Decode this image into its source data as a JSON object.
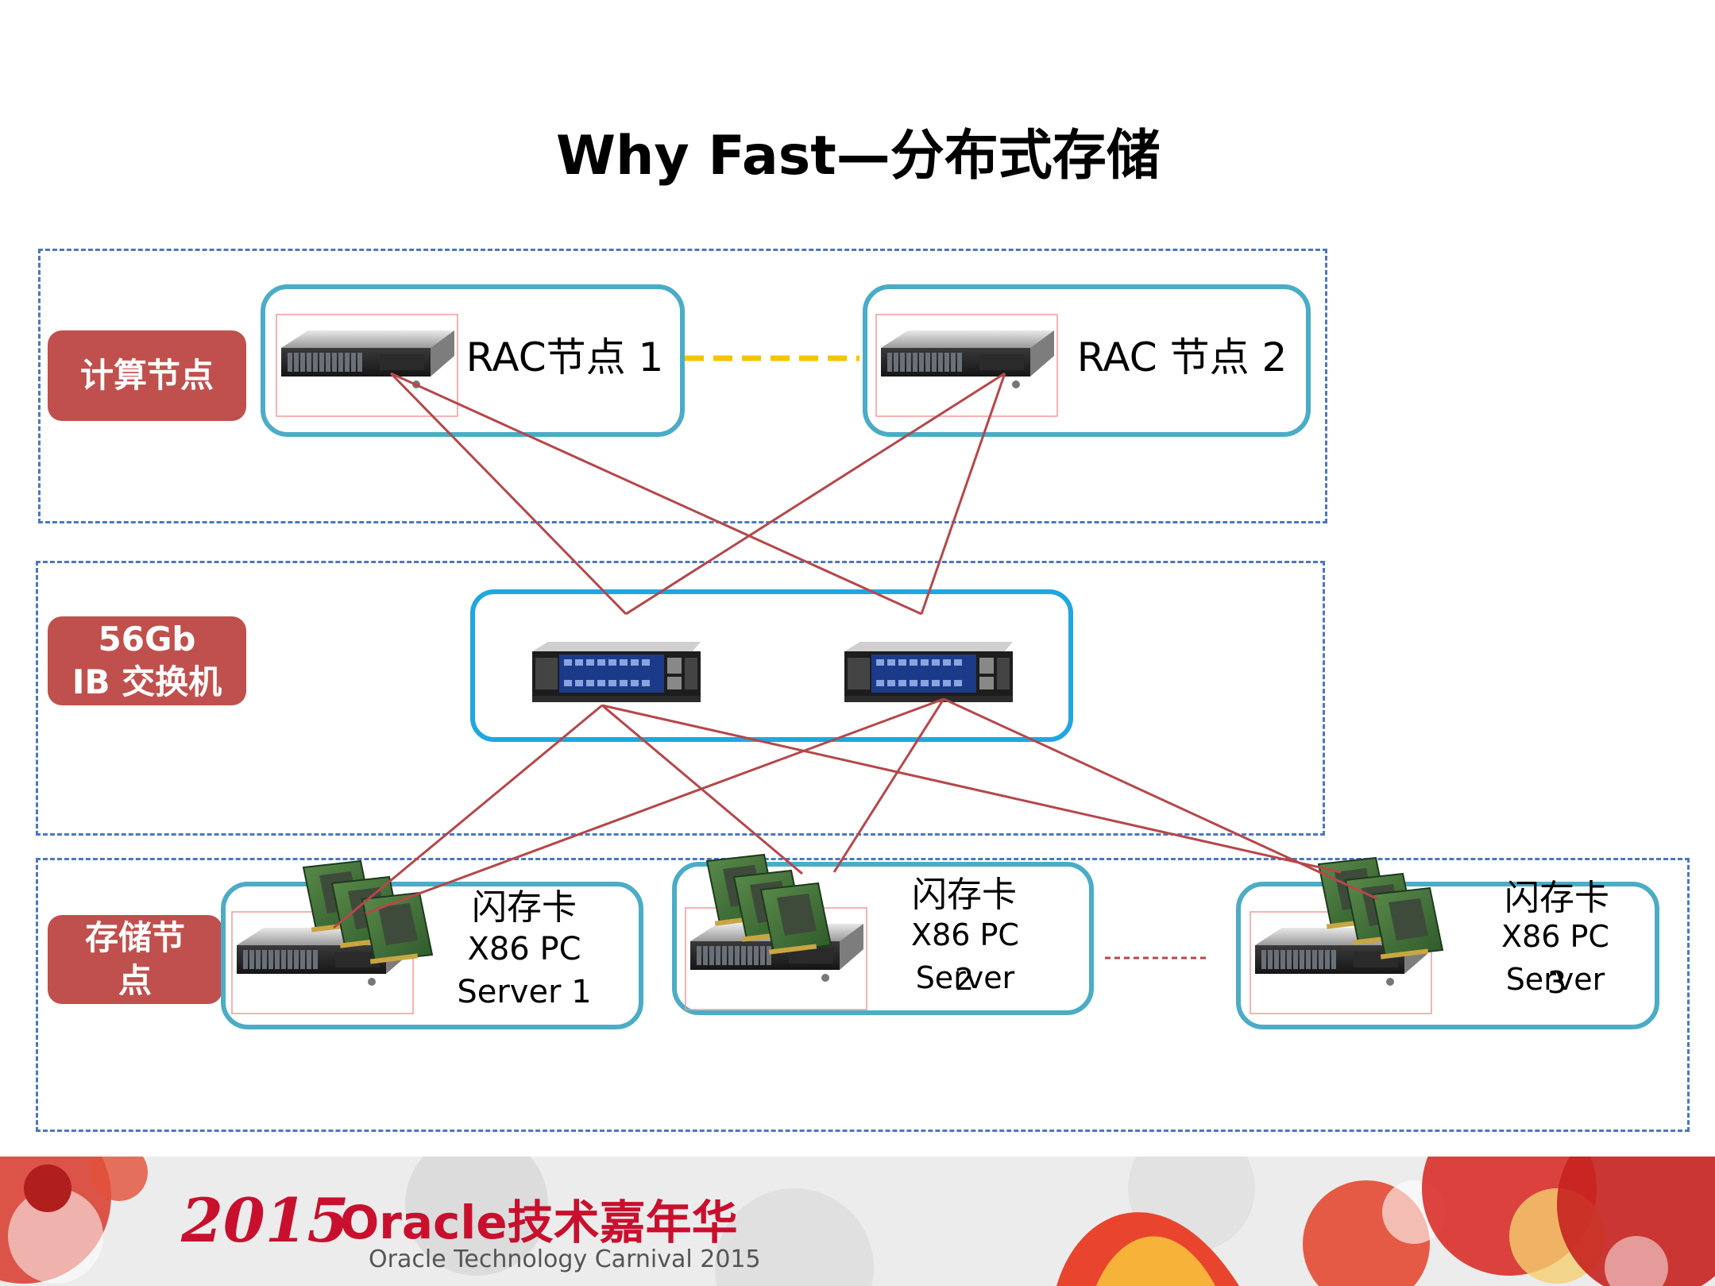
{
  "title": "Why Fast—分布式存储",
  "tags": {
    "compute": "计算节点",
    "switch_line1": "56Gb",
    "switch_line2": "IB 交换机",
    "storage_line1": "存储节",
    "storage_line2": "点"
  },
  "rac_nodes": [
    {
      "label": "RAC节点 1"
    },
    {
      "label": "RAC 节点 2"
    }
  ],
  "storage_nodes": [
    {
      "card": "闪存卡",
      "line1": "X86 PC",
      "line2": "Server 1"
    },
    {
      "card": "闪存卡",
      "line1": "X86 PC Server",
      "line2": "2"
    },
    {
      "card": "闪存卡",
      "line1": "X86 PC Server",
      "line2": "3"
    }
  ],
  "footer": {
    "year": "2015",
    "brand": "Oracle技术嘉年华",
    "subtitle": "Oracle Technology Carnival 2015"
  },
  "colors": {
    "tag_bg": "#c0504d",
    "node_border": "#4bacc6",
    "switch_border": "#1ea7e1",
    "zone_border": "#4a78c2",
    "link_line": "#b5474a",
    "rac_interconnect": "#f5c400",
    "brand_red": "#c8102e"
  }
}
